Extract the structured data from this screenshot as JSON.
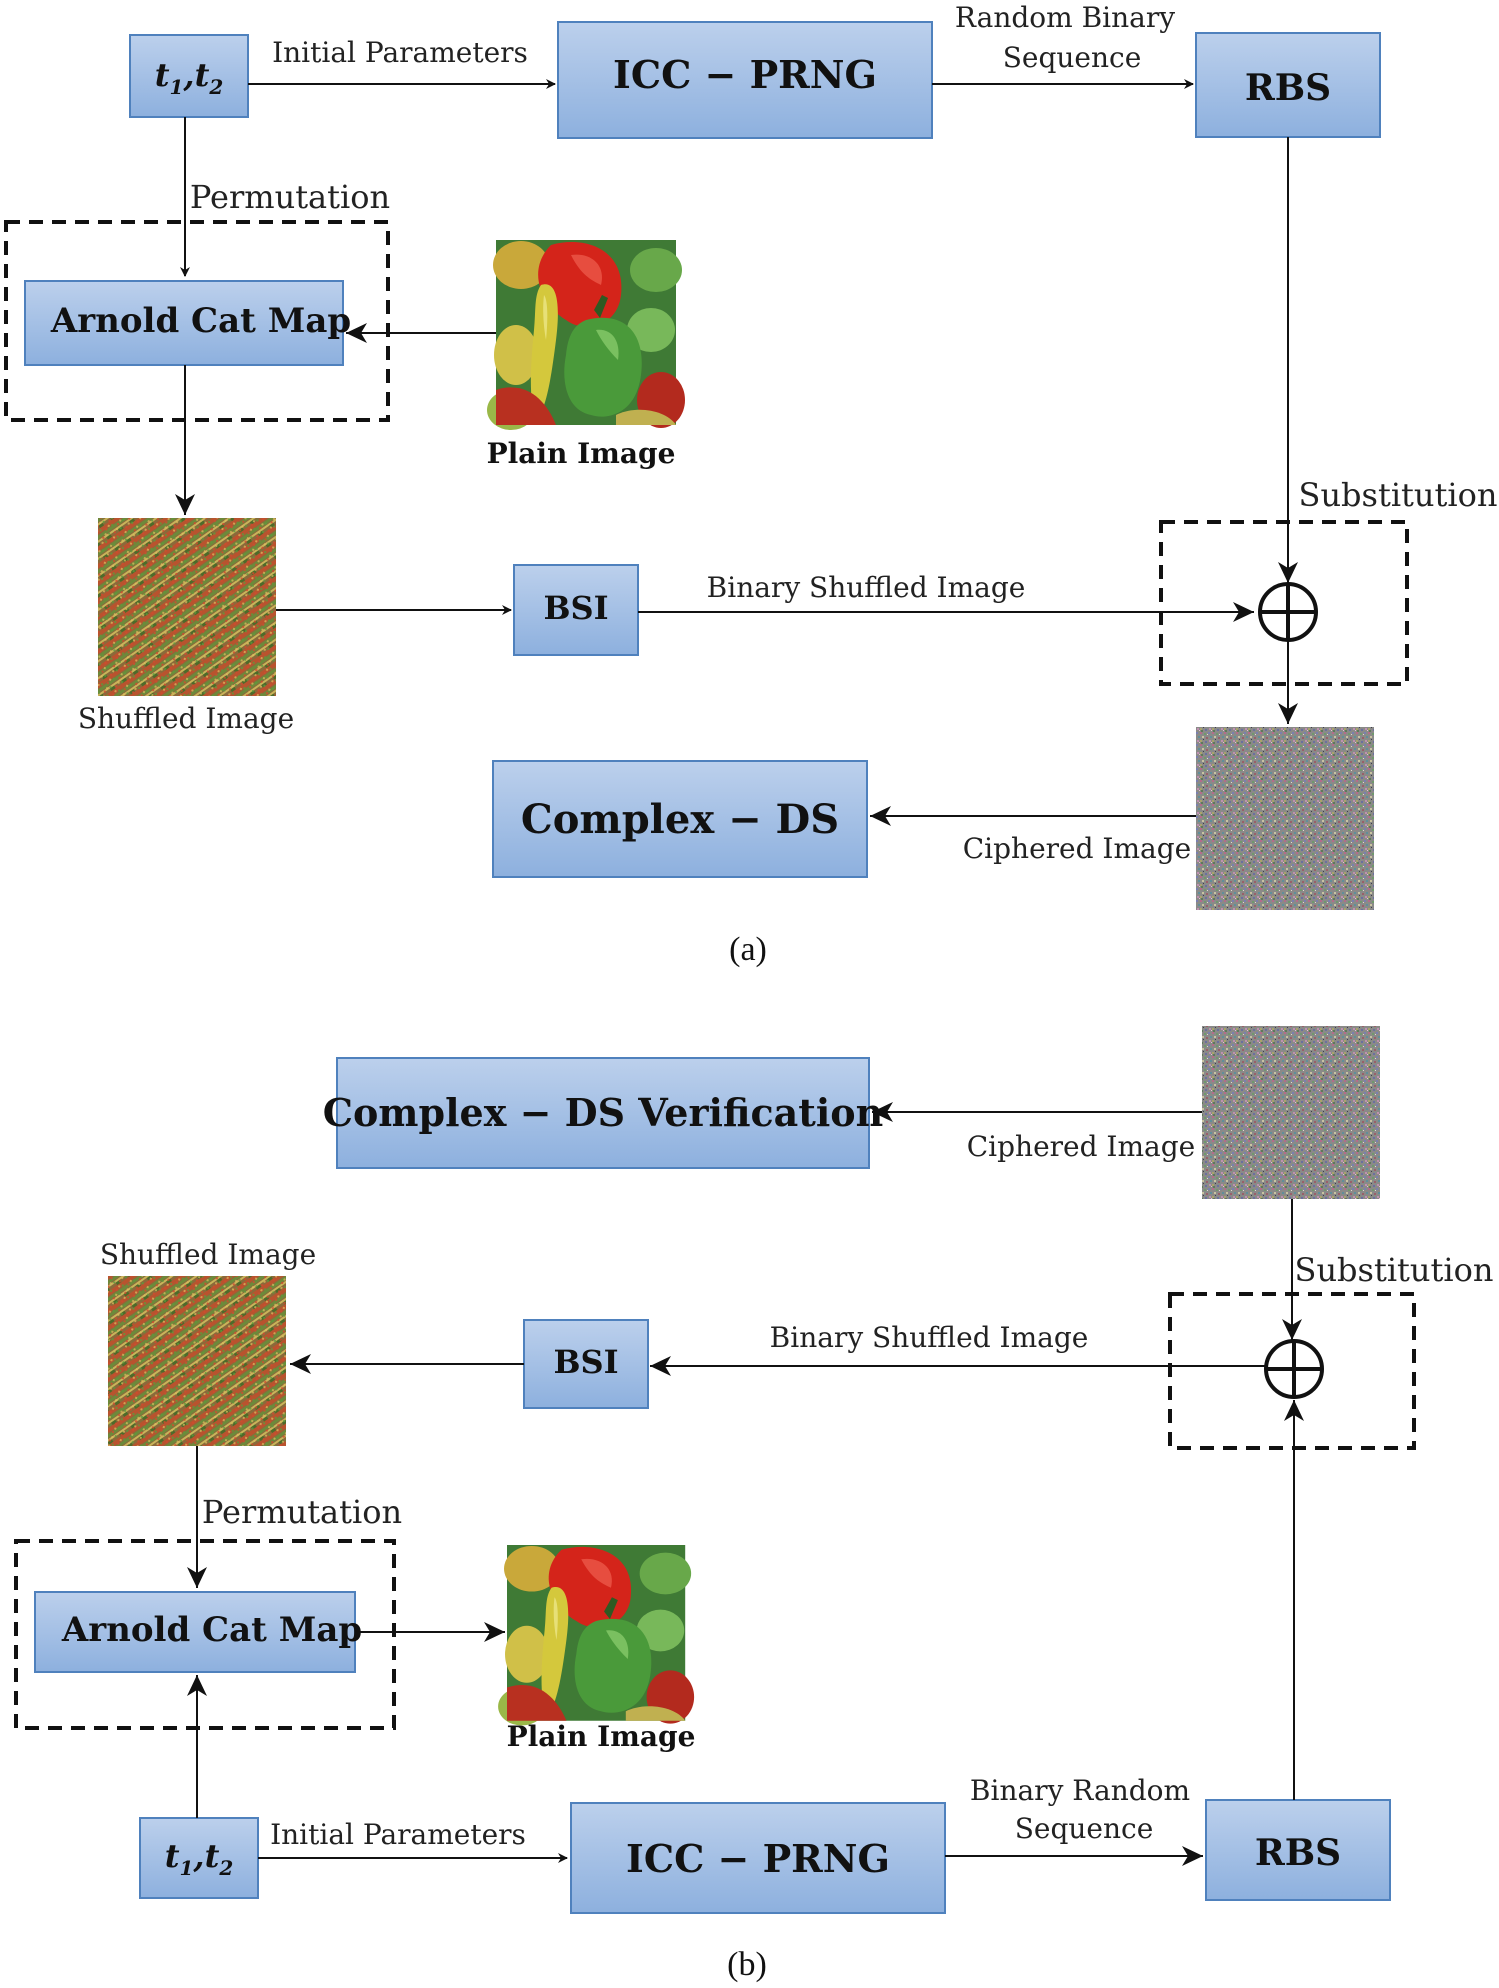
{
  "panel_a": {
    "caption": "(a)",
    "params_box": {
      "t": "t",
      "s1": "1",
      "s2": "2"
    },
    "prng_box": "ICC − PRNG",
    "rbs_box": "RBS",
    "acm_box": "Arnold Cat Map",
    "bsi_box": "BSI",
    "ds_box": "Complex − DS",
    "label_initial_parameters": "Initial Parameters",
    "label_random_binary_l1": "Random Binary",
    "label_random_binary_l2": "Sequence",
    "label_permutation": "Permutation",
    "label_plain_image": "Plain Image",
    "label_shuffled_image": "Shuffled Image",
    "label_binary_shuffled_image": "Binary Shuffled Image",
    "label_substitution": "Substitution",
    "label_ciphered_image": "Ciphered Image"
  },
  "panel_b": {
    "caption": "(b)",
    "params_box": {
      "t": "t",
      "s1": "1",
      "s2": "2"
    },
    "prng_box": "ICC − PRNG",
    "rbs_box": "RBS",
    "acm_box": "Arnold Cat Map",
    "bsi_box": "BSI",
    "ds_verify_box": "Complex − DS Verification",
    "label_initial_parameters": "Initial Parameters",
    "label_binary_random_l1": "Binary Random",
    "label_binary_random_l2": "Sequence",
    "label_permutation": "Permutation",
    "label_plain_image": "Plain Image",
    "label_shuffled_image": "Shuffled Image",
    "label_binary_shuffled_image": "Binary Shuffled Image",
    "label_substitution": "Substitution",
    "label_ciphered_image": "Ciphered Image"
  },
  "colors": {
    "box_fill_top": "#b9cde9",
    "box_fill_bottom": "#8eb0dd",
    "box_stroke": "#4f81bd"
  }
}
